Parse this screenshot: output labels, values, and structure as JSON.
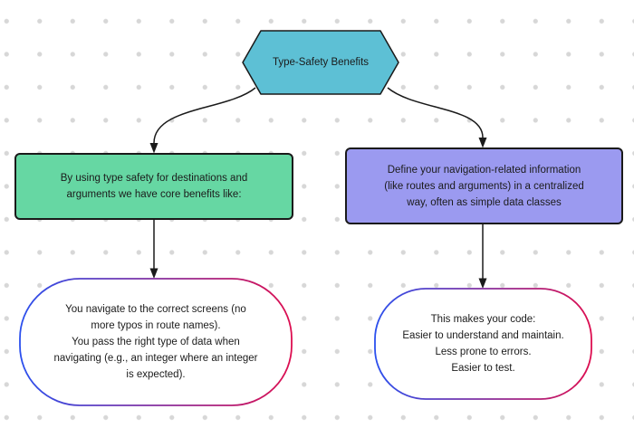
{
  "canvas": {
    "background": "#ffffff",
    "dot_color": "#d7d7d7",
    "edge_color": "#1a1a1a"
  },
  "nodes": {
    "root": {
      "shape": "hexagon",
      "label": "Type-Safety Benefits",
      "fill": "#5dc0d5"
    },
    "left_branch": {
      "shape": "rectangle",
      "label": "By using type safety for destinations and\narguments we have core benefits like:",
      "fill": "#66d7a3"
    },
    "right_branch": {
      "shape": "rectangle",
      "label": "Define your navigation-related information\n(like routes and arguments) in a centralized\nway, often as simple data classes",
      "fill": "#9b9af0"
    },
    "left_leaf": {
      "shape": "stadium",
      "label": "You navigate to the correct screens (no\nmore typos in route names).\nYou pass the right type of data when\nnavigating (e.g., an integer where an integer\nis expected).",
      "fill": "#ffffff",
      "border_gradient": [
        "#2b50ee",
        "#dd0e50"
      ]
    },
    "right_leaf": {
      "shape": "stadium",
      "label": "This makes your code:\nEasier to understand and maintain.\nLess prone to errors.\nEasier to test.",
      "fill": "#ffffff",
      "border_gradient": [
        "#2b50ee",
        "#dd0e50"
      ]
    }
  },
  "edges": [
    {
      "from": "root",
      "to": "left_branch"
    },
    {
      "from": "root",
      "to": "right_branch"
    },
    {
      "from": "left_branch",
      "to": "left_leaf"
    },
    {
      "from": "right_branch",
      "to": "right_leaf"
    }
  ]
}
